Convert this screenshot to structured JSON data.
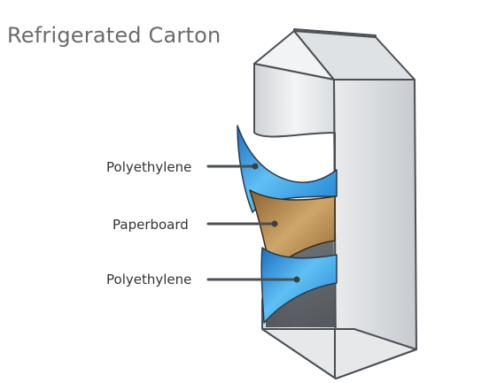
{
  "title": "Refrigerated Carton",
  "layers": [
    {
      "label": "Polyethylene",
      "material": "outer-plastic",
      "color": "#3aa0e6"
    },
    {
      "label": "Paperboard",
      "material": "paperboard",
      "color": "#b88a4a"
    },
    {
      "label": "Polyethylene",
      "material": "inner-plastic",
      "color": "#3aa0e6"
    }
  ],
  "colors": {
    "carton": "#e8eaec",
    "outline": "#4a4f55",
    "leader": "#4a4f55"
  }
}
